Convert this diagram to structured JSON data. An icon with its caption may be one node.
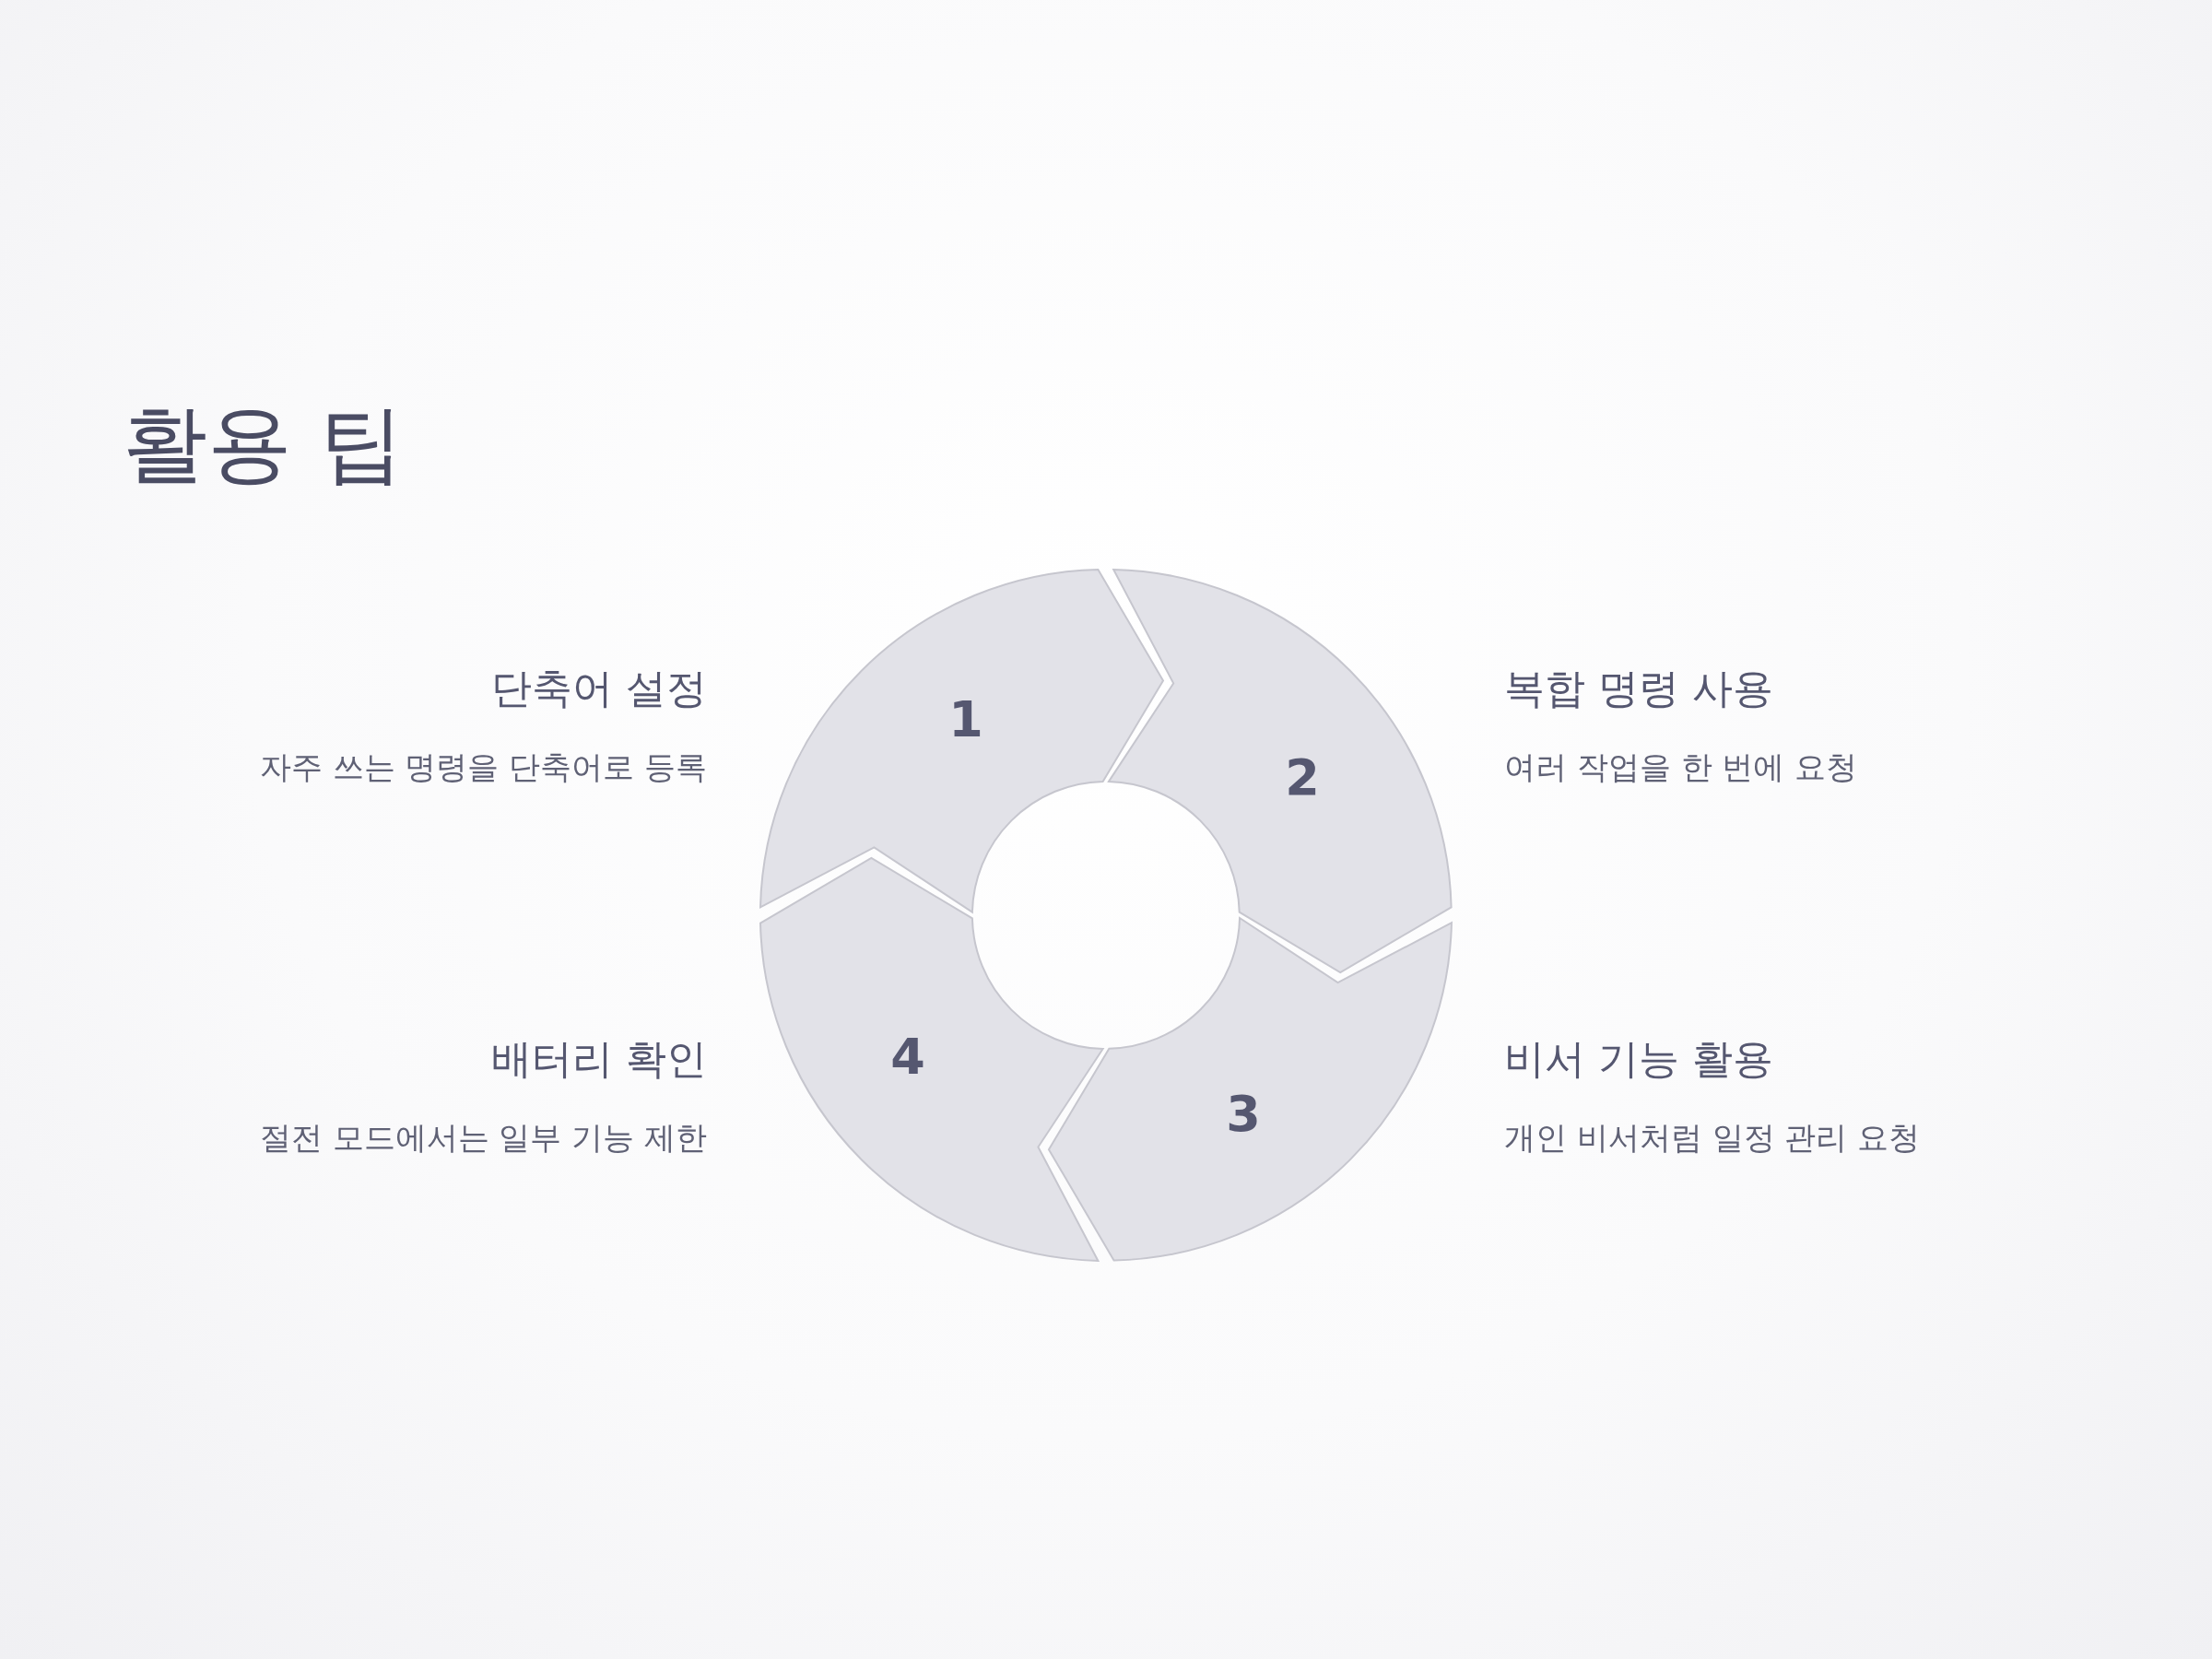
{
  "diagram": {
    "title": "활용 팁",
    "nodes": [
      {
        "text": [
          "1"
        ],
        "beside": [
          "단축어 설정",
          "자주 쓰는 명령을 단축어로 등록"
        ]
      },
      {
        "text": [
          "2"
        ],
        "beside": [
          "복합 명령 사용",
          "여러 작업을 한 번에 요청"
        ]
      },
      {
        "text": [
          "3"
        ],
        "beside": [
          "비서 기능 활용",
          "개인 비서처럼 일정 관리 요청"
        ]
      },
      {
        "text": [
          "4"
        ],
        "beside": [
          "배터리 확인",
          "절전 모드에서는 일부 기능 제한"
        ]
      }
    ]
  }
}
